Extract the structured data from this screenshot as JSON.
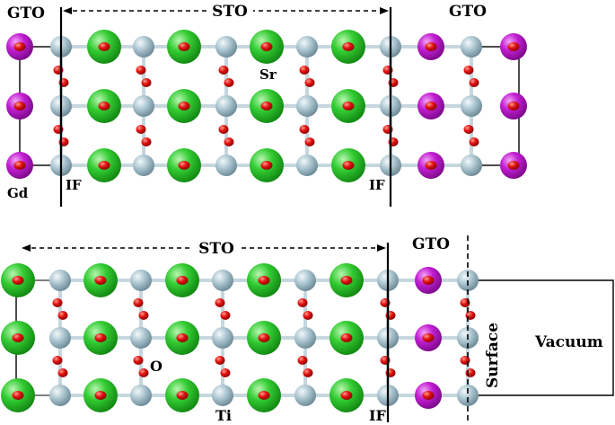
{
  "colors": {
    "gd": "#c026d3",
    "sr": "#2ecc40",
    "ti": "#a9c4cf",
    "o": "#e0110f",
    "bond": "#c6d7de",
    "line": "#000000"
  },
  "top_panel": {
    "label_gto_left": "GTO",
    "label_sto": "STO",
    "label_gto_right": "GTO",
    "label_sr": "Sr",
    "label_gd": "Gd",
    "label_if_left": "IF",
    "label_if_right": "IF"
  },
  "bottom_panel": {
    "label_sto": "STO",
    "label_gto": "GTO",
    "label_o": "O",
    "label_ti": "Ti",
    "label_if": "IF",
    "label_surface": "Surface",
    "label_vacuum": "Vacuum"
  }
}
